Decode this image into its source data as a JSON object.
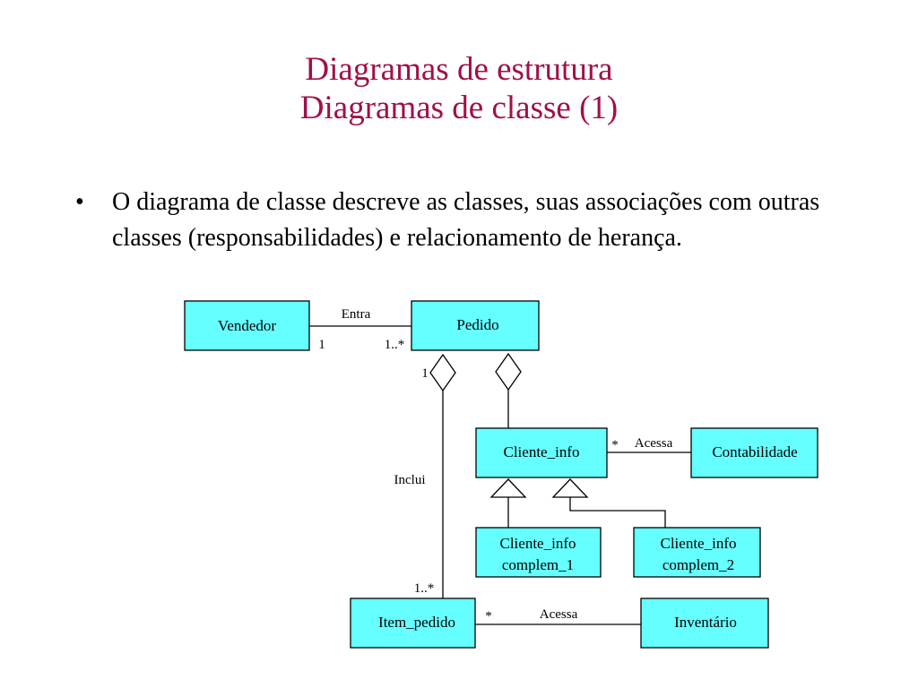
{
  "slide": {
    "title_line1": "Diagramas de estrutura",
    "title_line2": "Diagramas de classe (1)",
    "bullet_symbol": "•",
    "bullet_text": "O diagrama de classe descreve as classes, suas associações com outras classes (responsabilidades) e relacionamento de herança."
  },
  "diagram": {
    "classes": {
      "vendedor": "Vendedor",
      "pedido": "Pedido",
      "cliente_info": "Cliente_info",
      "contabilidade": "Contabilidade",
      "cliente_info_complem_1": [
        "Cliente_info",
        "complem_1"
      ],
      "cliente_info_complem_2": [
        "Cliente_info",
        "complem_2"
      ],
      "item_pedido": "Item_pedido",
      "inventario": "Inventário"
    },
    "associations": {
      "entra": {
        "label": "Entra",
        "mult_vendedor": "1",
        "mult_pedido": "1..*"
      },
      "inclui": {
        "label": "Inclui",
        "mult_pedido": "1",
        "mult_item": "1..*"
      },
      "acessa_contabilidade": {
        "label": "Acessa",
        "mult_cliente": "*"
      },
      "acessa_inventario": {
        "label": "Acessa",
        "mult_item": "*"
      }
    },
    "colors": {
      "class_fill": "#66ffff",
      "title": "#a0104a"
    }
  }
}
